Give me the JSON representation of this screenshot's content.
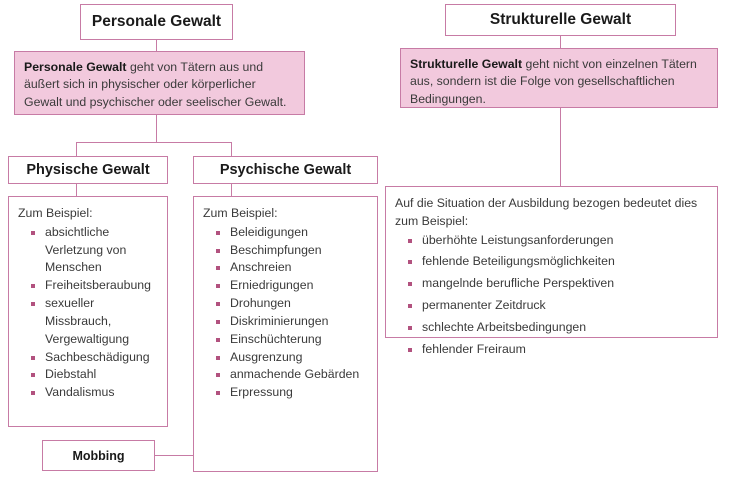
{
  "colors": {
    "border": "#c77ba5",
    "fill": "#f2c9dd",
    "bullet": "#b2527f",
    "text": "#3a3a3a",
    "heading_text": "#1a1a1a",
    "background": "#ffffff"
  },
  "left_branch": {
    "title": "Personale Gewalt",
    "definition": {
      "lead": "Personale Gewalt",
      "rest": " geht von Tätern aus und äußert sich in physischer oder körperlicher Gewalt und psychischer oder seelischer Gewalt."
    },
    "children": [
      {
        "title": "Physische Gewalt",
        "intro": "Zum Beispiel:",
        "items": [
          "absichtliche Verletzung von Menschen",
          "Freiheitsberaubung",
          "sexueller Missbrauch, Vergewaltigung",
          "Sachbeschädigung",
          "Diebstahl",
          "Vandalismus"
        ]
      },
      {
        "title": "Psychische Gewalt",
        "intro": "Zum Beispiel:",
        "items": [
          "Beleidigungen",
          "Beschimpfungen",
          "Anschreien",
          "Erniedrigungen",
          "Drohungen",
          "Diskriminierungen",
          "Einschüchterung",
          "Ausgrenzung",
          "anmachende Gebärden",
          "Erpressung"
        ]
      }
    ],
    "linked_box": {
      "title": "Mobbing"
    }
  },
  "right_branch": {
    "title": "Strukturelle Gewalt",
    "definition": {
      "lead": "Strukturelle Gewalt",
      "rest": " geht nicht von einzelnen Tätern aus, sondern ist die Folge von gesellschaftlichen Bedingungen."
    },
    "examples": {
      "intro": "Auf die Situation der Ausbildung bezogen bedeutet dies zum Beispiel:",
      "items": [
        "überhöhte Leistungsanforderungen",
        "fehlende Beteiligungsmöglichkeiten",
        "mangelnde berufliche Perspektiven",
        "permanenter Zeitdruck",
        "schlechte Arbeitsbedingungen",
        "fehlender Freiraum"
      ]
    }
  }
}
